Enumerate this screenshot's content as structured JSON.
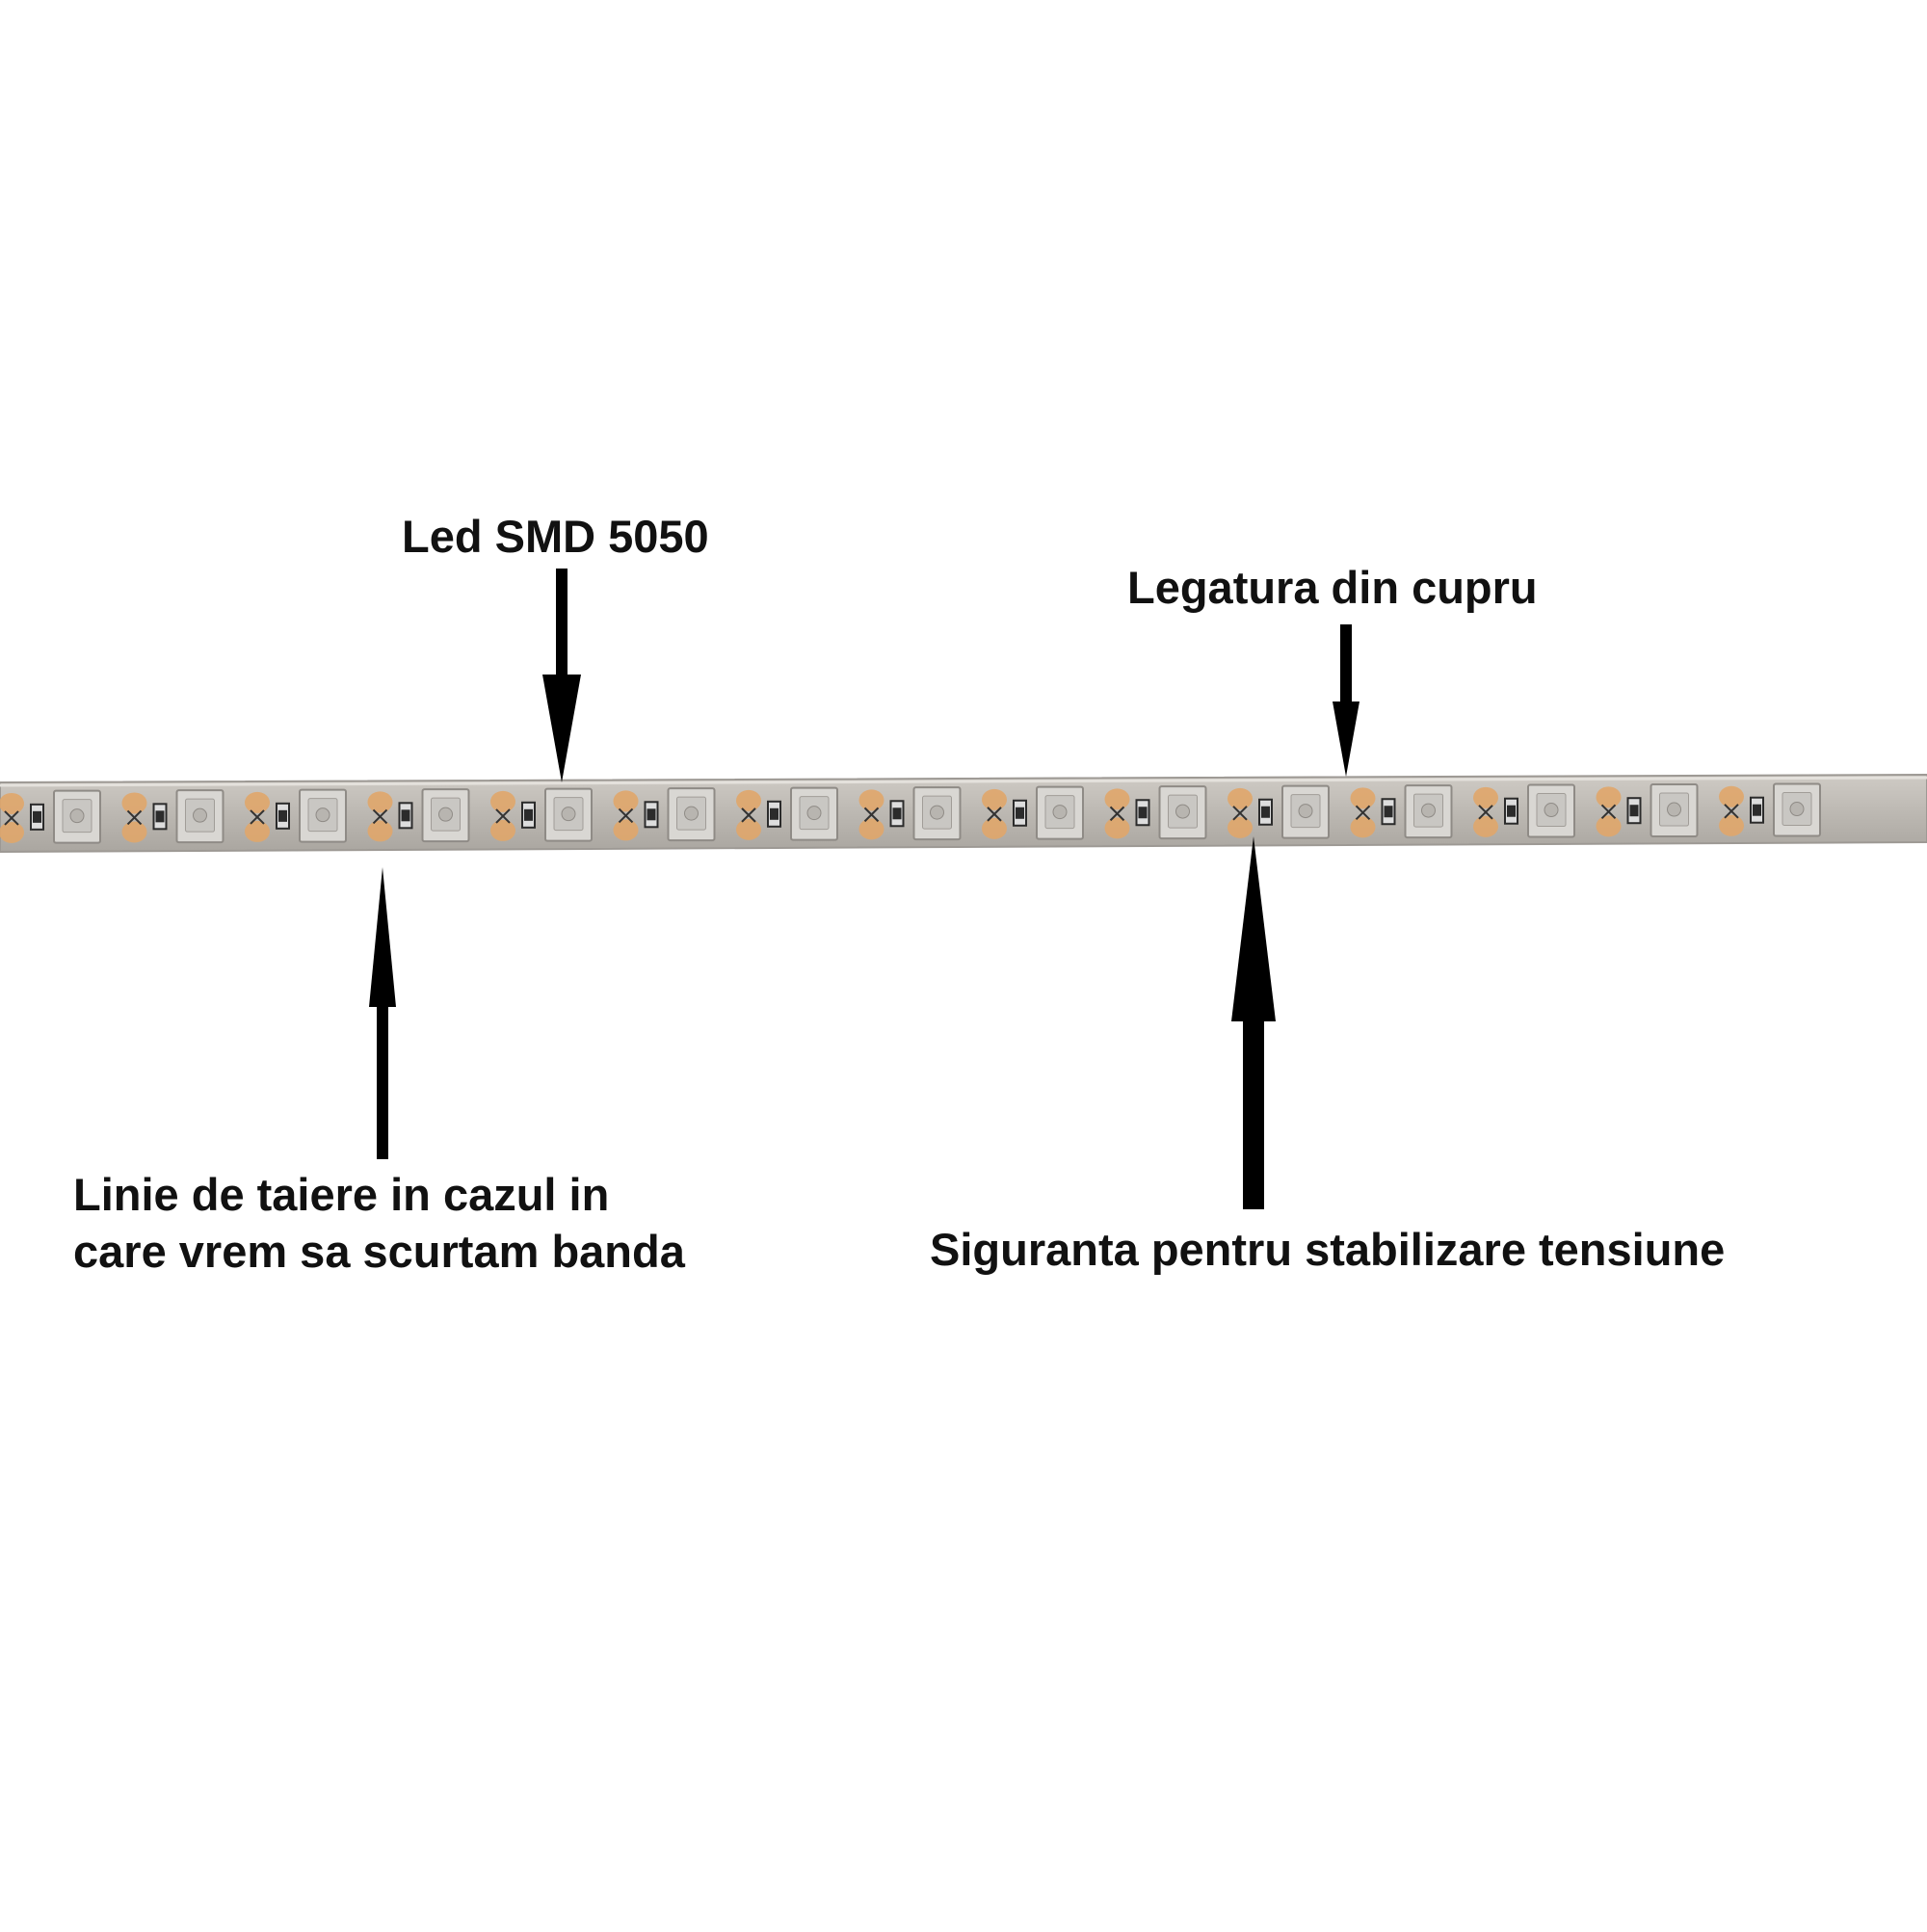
{
  "labels": {
    "led": "Led SMD 5050",
    "copper": "Legatura din cupru",
    "cut_line_1": "Linie de taiere in cazul in",
    "cut_line_2": "care vrem sa scurtam banda",
    "fuse": "Siguranta pentru stabilizare tensiune"
  },
  "colors": {
    "strip": "#bcb8b2",
    "strip_edge": "#9d9994",
    "led": "#d9d7d3",
    "led_edge": "#8f8b86",
    "copper_pad": "#e0a66a",
    "resistor": "#2b2b2b",
    "arrow": "#000000",
    "text": "#111111"
  },
  "strip": {
    "led_count": 15,
    "icons": [
      "led-chip-icon",
      "copper-pad-icon",
      "resistor-icon",
      "arrow-down-icon",
      "arrow-up-icon"
    ]
  }
}
